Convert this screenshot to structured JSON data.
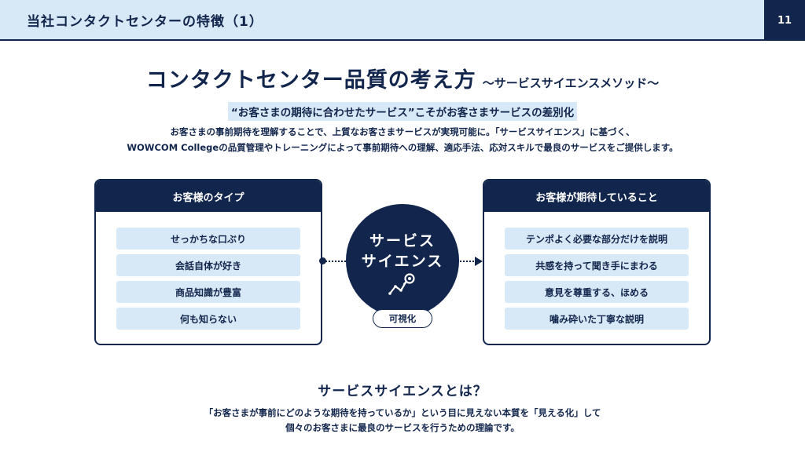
{
  "header": {
    "title": "当社コンタクトセンターの特徴（1）",
    "page_number": "11"
  },
  "main": {
    "title": "コンタクトセンター品質の考え方",
    "subtitle": "〜サービスサイエンスメソッド〜",
    "highlight": "“お客さまの期待に合わせたサービス”こそがお客さまサービスの差別化",
    "description_line1": "お客さまの事前期待を理解することで、上質なお客さまサービスが実現可能に。「サービスサイエンス」に基づく、",
    "description_line2": "WOWCOM Collegeの品質管理やトレーニングによって事前期待への理解、適応手法、応対スキルで最良のサービスをご提供します。"
  },
  "left_panel": {
    "title": "お客様のタイプ",
    "items": [
      "せっかちな口ぶり",
      "会話自体が好き",
      "商品知識が豊富",
      "何も知らない"
    ]
  },
  "center": {
    "line1": "サービス",
    "line2": "サイエンス",
    "icon": "chart-magnifier-icon",
    "badge": "可視化"
  },
  "right_panel": {
    "title": "お客様が期待していること",
    "items": [
      "テンポよく必要な部分だけを説明",
      "共感を持って聞き手にまわる",
      "意見を尊重する、ほめる",
      "噛み砕いた丁寧な説明"
    ]
  },
  "footer": {
    "title": "サービスサイエンスとは？",
    "line1": "「お客さまが事前にどのような期待を持っているか」という目に見えない本質を「見える化」して",
    "line2": "個々のお客さまに最良のサービスを行うための理論です。"
  },
  "colors": {
    "navy": "#12264d",
    "light_blue": "#d7e8f6"
  }
}
